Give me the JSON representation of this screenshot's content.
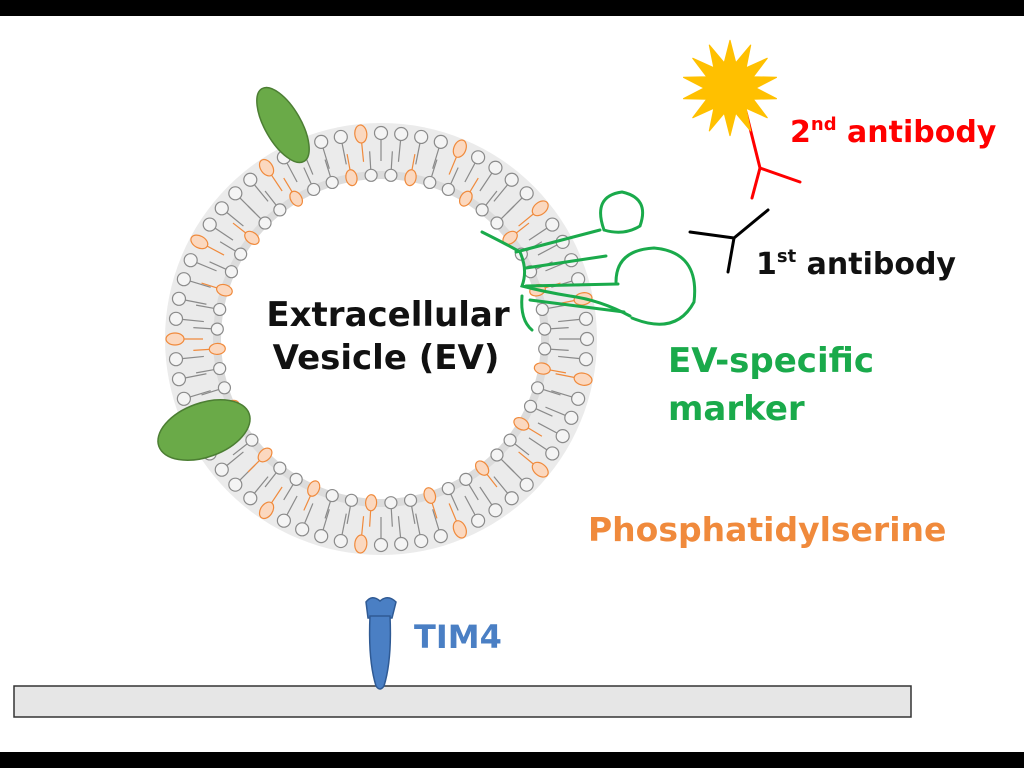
{
  "labels": {
    "ev_line1": "Extracellular",
    "ev_line2": "Vesicle (EV)",
    "second_ab_main": "2",
    "second_ab_sup": "nd",
    "second_ab_rest": " antibody",
    "first_ab_main": "1",
    "first_ab_sup": "st",
    "first_ab_rest": " antibody",
    "marker_line1": "EV-specific",
    "marker_line2": "marker",
    "ps": "Phosphatidylserine",
    "tim4": "TIM4"
  },
  "colors": {
    "second_antibody": "#ff0000",
    "first_antibody": "#000000",
    "marker": "#1aaa4b",
    "phosphatidylserine": "#f08a3c",
    "tim4": "#4a7fc4",
    "star": "#ffc000",
    "membrane_protein": "#6aaa48",
    "plate": "#e6e6e6"
  }
}
